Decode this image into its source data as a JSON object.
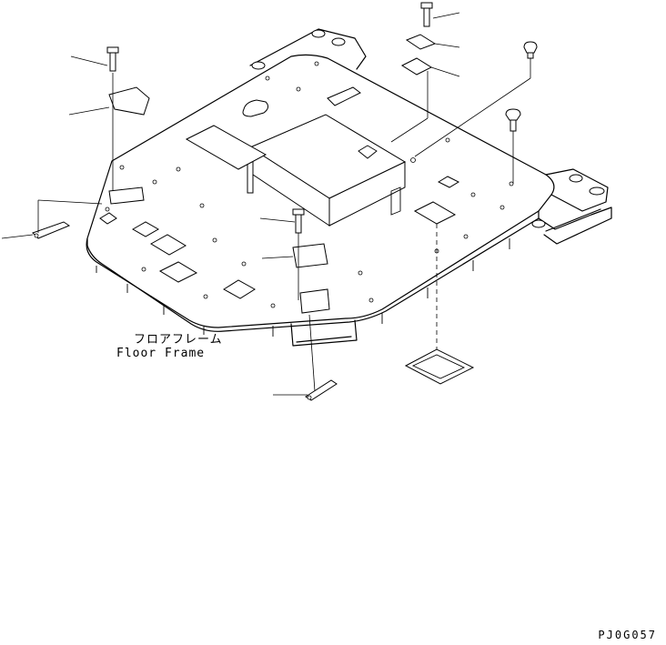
{
  "diagram": {
    "label_jp": "フロアフレーム",
    "label_en": "Floor Frame",
    "drawing_code": "PJ0G057"
  }
}
